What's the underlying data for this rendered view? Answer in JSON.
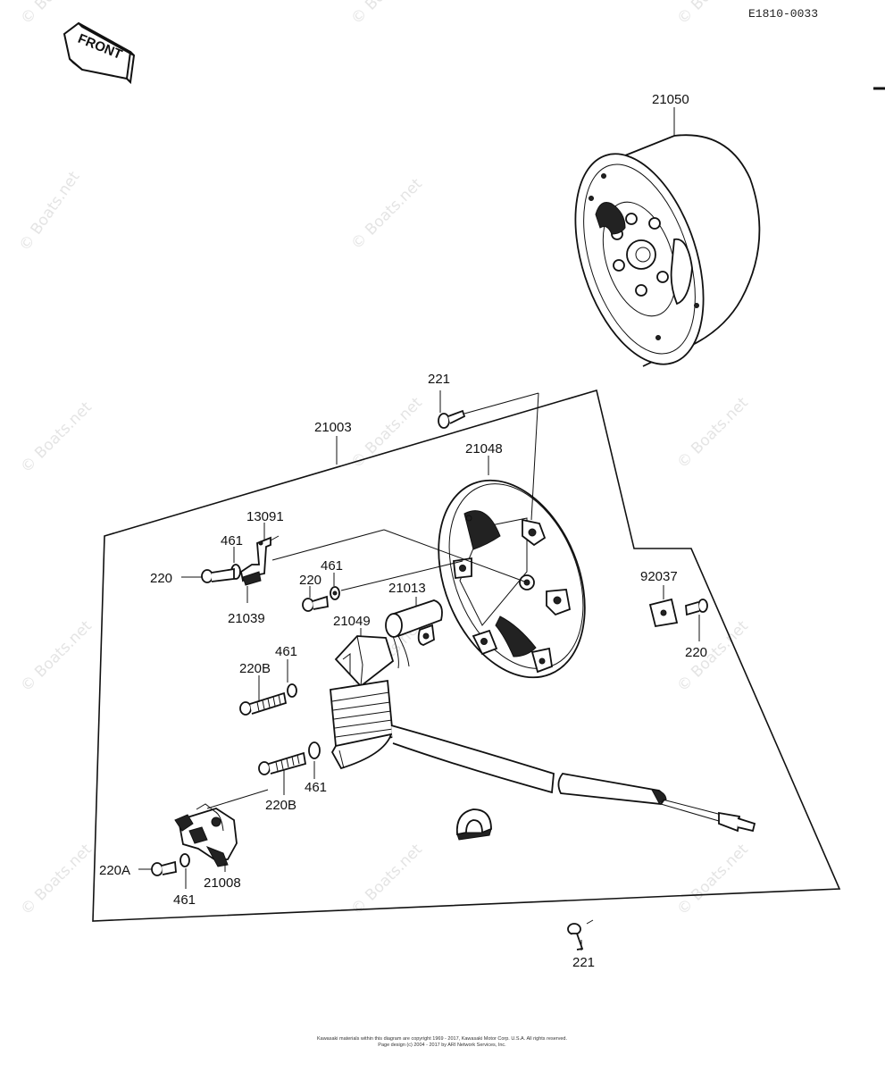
{
  "diagram_code": "E1810-0033",
  "front_label": "FRONT",
  "watermark": "© Boats.net",
  "labels": {
    "l21050": "21050",
    "l221_top": "221",
    "l21003": "21003",
    "l21048": "21048",
    "l13091": "13091",
    "l461_a": "461",
    "l220_a": "220",
    "l21039": "21039",
    "l220_b": "220",
    "l461_b": "461",
    "l21013": "21013",
    "l21049": "21049",
    "l92037": "92037",
    "l220_c": "220",
    "l461_c": "461",
    "l220B_a": "220B",
    "l461_d": "461",
    "l220B_b": "220B",
    "l220A": "220A",
    "l21008": "21008",
    "l461_e": "461",
    "l221_bottom": "221"
  },
  "footer": {
    "line1": "Kawasaki materials within this diagram are copyright 1969 - 2017, Kawasaki Motor Corp. U.S.A. All rights reserved.",
    "line2": "Page design (c) 2004 - 2017 by ARI Network Services, Inc."
  }
}
